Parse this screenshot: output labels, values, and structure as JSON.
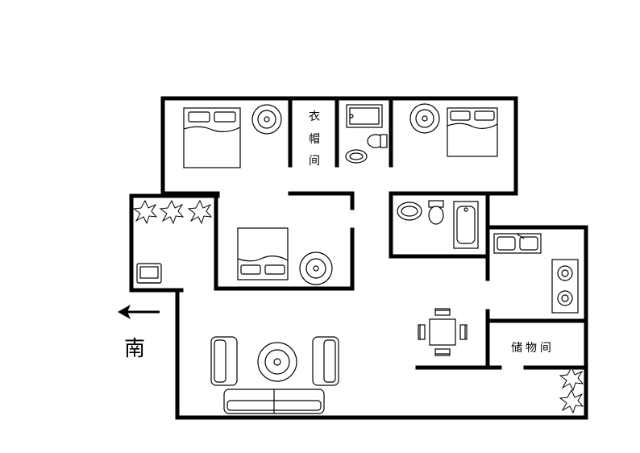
{
  "labels": {
    "cloakroom": [
      "衣",
      "帽",
      "间"
    ],
    "storage": "储 物 间",
    "compass": "南"
  },
  "colors": {
    "wall": "#000000",
    "background": "#ffffff",
    "watermark": "#eeeeee"
  },
  "icons": [
    "bed-icon",
    "round-table-icon",
    "toilet-icon",
    "sink-icon",
    "bathtub-icon",
    "shower-icon",
    "stove-icon",
    "kitchen-sink-icon",
    "dining-table-icon",
    "chair-icon",
    "sofa-icon",
    "plant-icon",
    "tv-icon",
    "arrow-left-icon"
  ]
}
